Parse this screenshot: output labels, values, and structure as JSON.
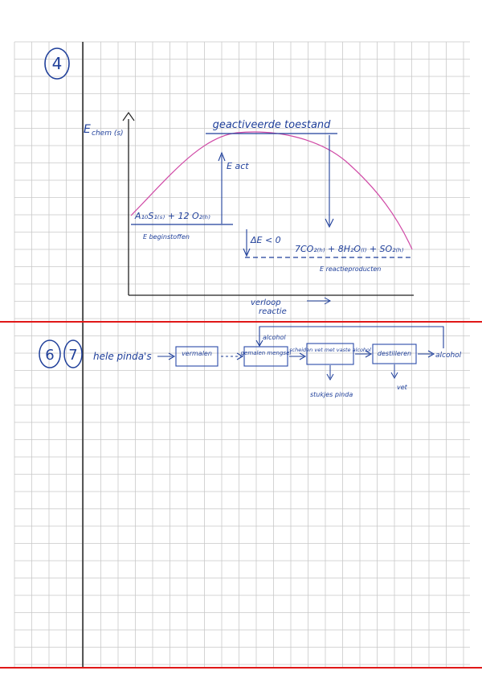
{
  "page_color": "#ffffff",
  "ink_color": "#1f3f9a",
  "curve_color": "#d04aa6",
  "section_line_color": "#e01818",
  "margin_line_color": "#333333",
  "question_4": {
    "number": "4",
    "y_axis_label": "E",
    "y_axis_sub": "chem (s)",
    "peak_label": "geactiveerde toestand",
    "eact_label": "E act",
    "reactants": "A₁₀S₁₍ₛ₎ + 12 O₂₍ₕ₎",
    "reactant_label": "E beginstoffen",
    "delta_label": "ΔE < 0",
    "products": "7CO₂₍ₕ₎ + 8H₂O₍ₗ₎ + SO₂₍ₕ₎",
    "product_label": "E reactieproducten",
    "x_axis_label_1": "verloop",
    "x_axis_label_2": "reactie"
  },
  "question_6": {
    "number_a": "6",
    "number_b": "7",
    "start": "hele pinda's",
    "steps": [
      "vermalen",
      "gemalen mengsel",
      "scheiden vet met vaste alcohol",
      "destilleren"
    ],
    "recycle_label": "alcohol",
    "output_end": "alcohol",
    "side_output_1": "stukjes pinda",
    "side_output_2": "vet"
  }
}
